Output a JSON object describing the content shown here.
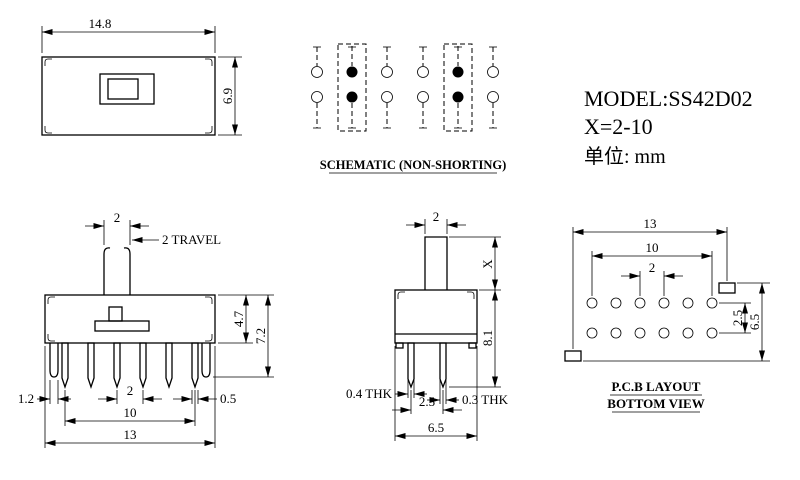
{
  "title_block": {
    "model": "MODEL:SS42D02",
    "x_spec": "X=2-10",
    "unit": "单位: mm"
  },
  "captions": {
    "schematic": "SCHEMATIC (NON-SHORTING)",
    "pcb_line1": "P.C.B LAYOUT",
    "pcb_line2": "BOTTOM VIEW"
  },
  "dims": {
    "top_view": {
      "width": "14.8",
      "height": "6.9"
    },
    "front_view": {
      "knob_width": "2",
      "travel": "2 TRAVEL",
      "body_height": "4.7",
      "total_height": "7.2",
      "leg_width": "1.2",
      "pin_pitch": "2",
      "pin_span": "10",
      "overall_width": "13",
      "pin_width": "0.5"
    },
    "side_view": {
      "knob_width": "2",
      "actuator_height": "X",
      "overall_height": "8.1",
      "base_thickness": "0.4 THK",
      "pin_row_pitch": "2.5",
      "pin_thickness": "0.3 THK",
      "body_depth": "6.5"
    },
    "pcb_view": {
      "slot_span": "13",
      "hole_span": "10",
      "hole_pitch": "2",
      "row_pitch": "2.5",
      "overall_height": "6.5"
    }
  },
  "colors": {
    "line": "#000000",
    "background": "#ffffff"
  }
}
